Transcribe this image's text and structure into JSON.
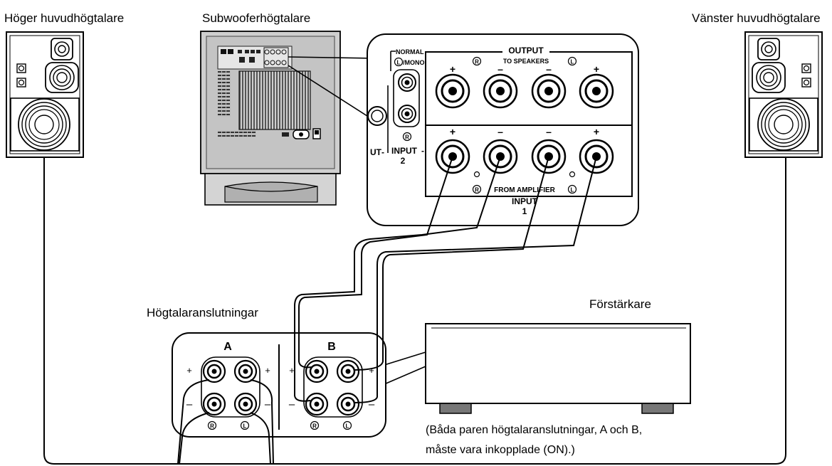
{
  "labels": {
    "right_main_speaker": "Höger huvudhögtalare",
    "subwoofer_speaker": "Subwooferhögtalare",
    "left_main_speaker": "Vänster huvudhögtalare",
    "speaker_terminals": "Högtalaranslutningar",
    "amplifier": "Förstärkare",
    "note_line1": "(Båda paren högtalaranslutningar, A och B,",
    "note_line2": "måste vara inkopplade (ON).)"
  },
  "panel": {
    "normal": "NORMAL",
    "mono": "/MONO",
    "output": "OUTPUT",
    "to_speakers": "TO SPEAKERS",
    "input2": "INPUT",
    "input2_num": "2",
    "from_amplifier": "FROM AMPLIFIER",
    "input1": "INPUT",
    "input1_num": "1",
    "partial_ut": "UT",
    "plus": "+",
    "minus": "–",
    "r": "R",
    "l": "L"
  },
  "terminals": {
    "group_a": "A",
    "group_b": "B",
    "plus": "+",
    "minus": "–",
    "r": "R",
    "l": "L"
  }
}
